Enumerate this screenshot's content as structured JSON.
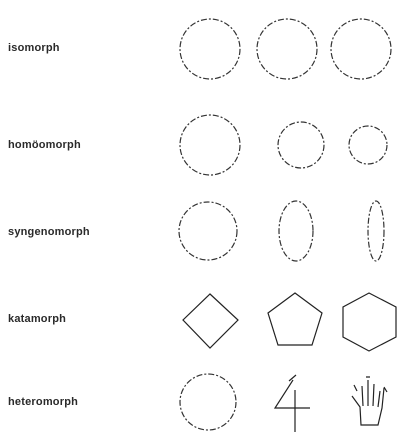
{
  "rows": [
    {
      "label": "isomorph"
    },
    {
      "label": "homöomorph"
    },
    {
      "label": "syngenomorph"
    },
    {
      "label": "katamorph"
    },
    {
      "label": "heteromorph"
    }
  ]
}
